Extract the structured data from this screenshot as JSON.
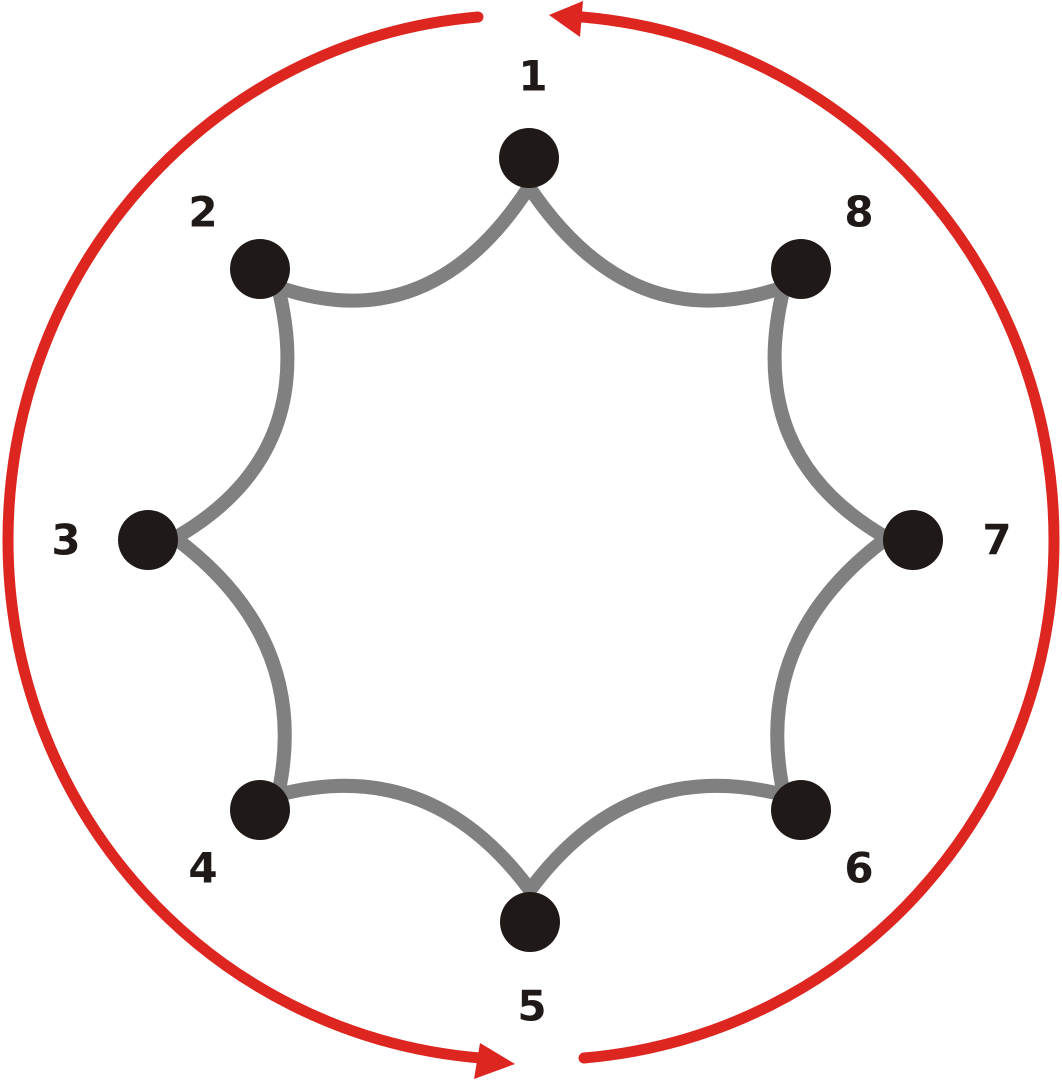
{
  "colors": {
    "background": "#ffffff",
    "arrow": "#de2620",
    "edge": "#808080",
    "node": "#1f1a17",
    "label": "#1f1a17"
  },
  "nodes": [
    {
      "id": "1",
      "label": "1"
    },
    {
      "id": "2",
      "label": "2"
    },
    {
      "id": "3",
      "label": "3"
    },
    {
      "id": "4",
      "label": "4"
    },
    {
      "id": "5",
      "label": "5"
    },
    {
      "id": "6",
      "label": "6"
    },
    {
      "id": "7",
      "label": "7"
    },
    {
      "id": "8",
      "label": "8"
    }
  ],
  "edges": [
    {
      "from": "1",
      "to": "2"
    },
    {
      "from": "2",
      "to": "3"
    },
    {
      "from": "3",
      "to": "4"
    },
    {
      "from": "4",
      "to": "5"
    },
    {
      "from": "5",
      "to": "6"
    },
    {
      "from": "6",
      "to": "7"
    },
    {
      "from": "7",
      "to": "8"
    },
    {
      "from": "8",
      "to": "1"
    }
  ],
  "arrows": [
    {
      "name": "left-arc",
      "direction": "counterclockwise",
      "ends_at": "bottom"
    },
    {
      "name": "right-arc",
      "direction": "counterclockwise",
      "ends_at": "top"
    }
  ]
}
